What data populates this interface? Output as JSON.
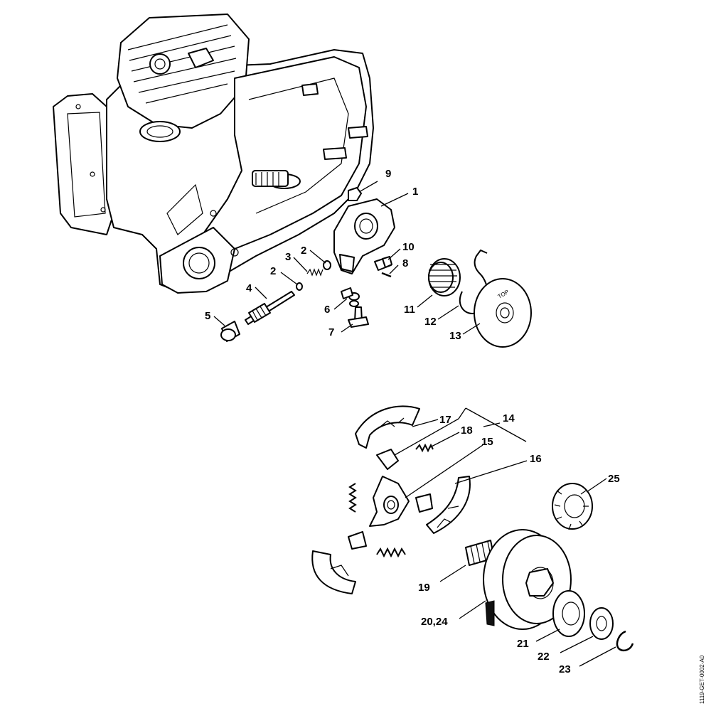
{
  "diagram": {
    "reference_code": "1119-GET-0002-A0",
    "callouts": [
      {
        "id": "c1",
        "label": "1"
      },
      {
        "id": "c2a",
        "label": "2"
      },
      {
        "id": "c2b",
        "label": "2"
      },
      {
        "id": "c3",
        "label": "3"
      },
      {
        "id": "c4",
        "label": "4"
      },
      {
        "id": "c5",
        "label": "5"
      },
      {
        "id": "c6",
        "label": "6"
      },
      {
        "id": "c7",
        "label": "7"
      },
      {
        "id": "c8",
        "label": "8"
      },
      {
        "id": "c9",
        "label": "9"
      },
      {
        "id": "c10",
        "label": "10"
      },
      {
        "id": "c11",
        "label": "11"
      },
      {
        "id": "c12",
        "label": "12"
      },
      {
        "id": "c13",
        "label": "13"
      },
      {
        "id": "c14",
        "label": "14"
      },
      {
        "id": "c15",
        "label": "15"
      },
      {
        "id": "c16",
        "label": "16"
      },
      {
        "id": "c17",
        "label": "17"
      },
      {
        "id": "c18",
        "label": "18"
      },
      {
        "id": "c19",
        "label": "19"
      },
      {
        "id": "c20",
        "label": "20,24"
      },
      {
        "id": "c21",
        "label": "21"
      },
      {
        "id": "c22",
        "label": "22"
      },
      {
        "id": "c23",
        "label": "23"
      },
      {
        "id": "c25",
        "label": "25"
      }
    ],
    "disc_marking": "TOP"
  }
}
